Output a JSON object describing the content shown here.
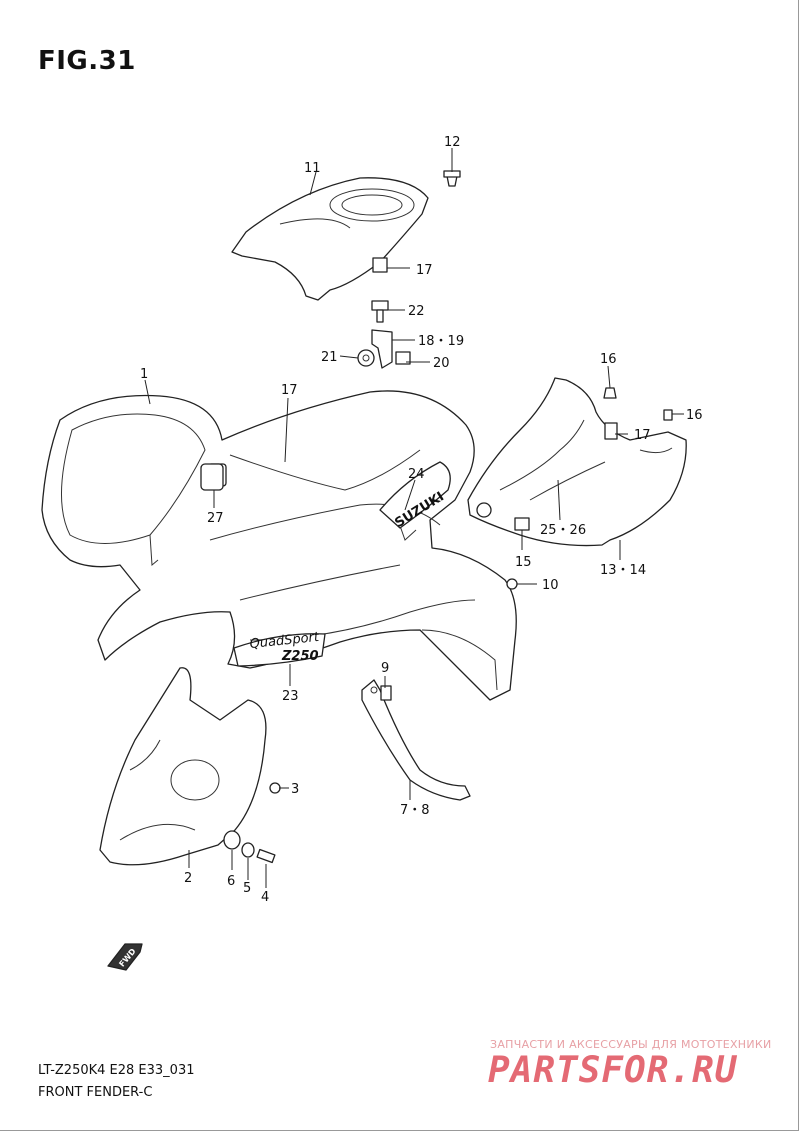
{
  "figure": {
    "title": "FIG.31"
  },
  "callouts": {
    "c1": "1",
    "c2": "2",
    "c3": "3",
    "c4": "4",
    "c5": "5",
    "c6": "6",
    "c78": "7・8",
    "c9": "9",
    "c10": "10",
    "c11": "11",
    "c12": "12",
    "c1314": "13・14",
    "c15": "15",
    "c16a": "16",
    "c16b": "16",
    "c17a": "17",
    "c17b": "17",
    "c17c": "17",
    "c1819": "18・19",
    "c20": "20",
    "c21": "21",
    "c22": "22",
    "c23": "23",
    "c24": "24",
    "c2526": "25・26",
    "c27": "27"
  },
  "decals": {
    "brand": "SUZUKI",
    "quadsport": "QuadSport",
    "model": "Z250"
  },
  "fwd": "FWD",
  "footer": {
    "code": "LT-Z250K4 E28 E33_031",
    "caption": "FRONT FENDER-C"
  },
  "watermark": {
    "subtitle": "ЗАПЧАСТИ И АКСЕССУАРЫ ДЛЯ МОТОТЕХНИКИ",
    "logo": "PARTSFOR.RU"
  }
}
